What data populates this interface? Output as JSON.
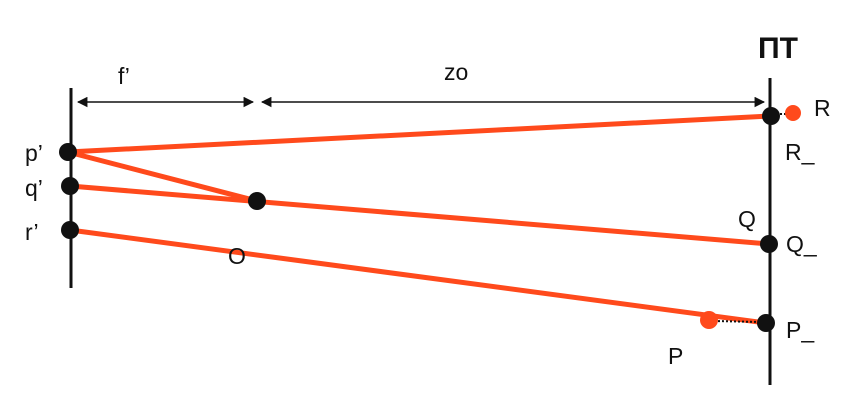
{
  "diagram": {
    "plane_label": "ΠΤ",
    "focal_label": "f’",
    "distance_label": "zo",
    "center_label": "O",
    "image_points": {
      "p": "p’",
      "q": "q’",
      "r": "r’"
    },
    "scene_points": {
      "R": "R",
      "R_proj": "R_",
      "Q": "Q",
      "Q_proj": "Q_",
      "P": "P",
      "P_proj": "P_"
    },
    "colors": {
      "ray": "#ff4a1c",
      "point": "#111111",
      "scene_point": "#ff4a1c",
      "line": "#111111"
    }
  }
}
